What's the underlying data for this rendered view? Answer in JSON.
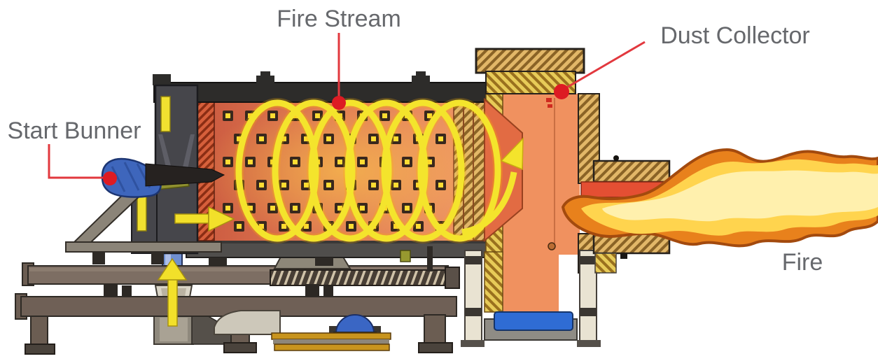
{
  "diagram": {
    "type": "biomass-burner-cutaway",
    "labels": {
      "fire_stream": "Fire Stream",
      "dust_collector": "Dust Collector",
      "start_burner": "Start Bunner",
      "fire": "Fire"
    },
    "colors": {
      "label_text": "#66686c",
      "callout_red": "#de2128",
      "spiral_yellow": "#f4e42c",
      "flame_orange": "#f09a1e",
      "chamber_orange": "#e07a52",
      "insulation_tan": "#e2b768",
      "burner_blue": "#3e66bc",
      "frame_brown": "#7d6e63"
    }
  }
}
